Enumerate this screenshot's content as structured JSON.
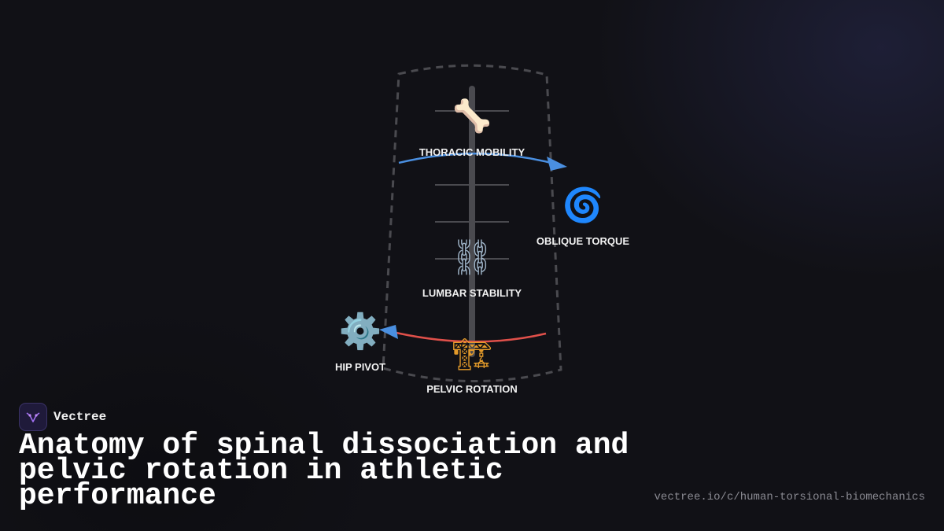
{
  "brand": {
    "name": "Vectree",
    "logo_icon": "vectree-logo-icon"
  },
  "title": "Anatomy of spinal dissociation and pelvic rotation in athletic performance",
  "url": "vectree.io/c/human-torsional-biomechanics",
  "diagram": {
    "nodes": {
      "thoracic": {
        "label": "THORACIC MOBILITY",
        "icon": "bone-icon",
        "glyph": "🦴"
      },
      "oblique": {
        "label": "OBLIQUE TORQUE",
        "icon": "cyclone-icon",
        "glyph": "🌀"
      },
      "lumbar": {
        "label": "LUMBAR STABILITY",
        "icon": "chain-icon",
        "glyph": "⛓"
      },
      "hip": {
        "label": "HIP PIVOT",
        "icon": "gear-icon",
        "glyph": "⚙️"
      },
      "pelvic": {
        "label": "PELVIC ROTATION",
        "icon": "crane-icon",
        "glyph": "🏗"
      }
    },
    "colors": {
      "upper_arc": "#4a8fe0",
      "lower_arc": "#e0504a",
      "spine": "#4a4a4f",
      "torso_outline": "#4a4a4f"
    }
  }
}
